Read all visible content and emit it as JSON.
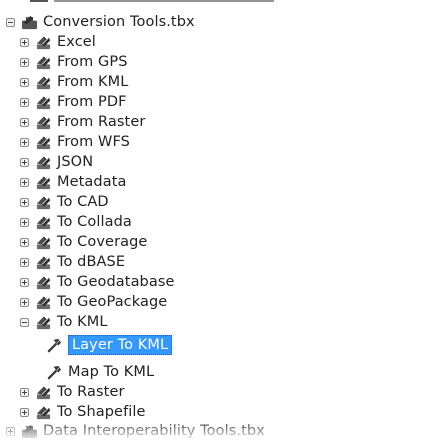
{
  "root": {
    "label": "Conversion Tools.tbx",
    "icon": "toolbox-icon"
  },
  "toolsets": [
    {
      "label": "Excel",
      "expanded": false
    },
    {
      "label": "From GPS",
      "expanded": false
    },
    {
      "label": "From KML",
      "expanded": false
    },
    {
      "label": "From PDF",
      "expanded": false
    },
    {
      "label": "From Raster",
      "expanded": false
    },
    {
      "label": "From WFS",
      "expanded": false
    },
    {
      "label": "JSON",
      "expanded": false
    },
    {
      "label": "Metadata",
      "expanded": false
    },
    {
      "label": "To CAD",
      "expanded": false
    },
    {
      "label": "To Collada",
      "expanded": false
    },
    {
      "label": "To Coverage",
      "expanded": false
    },
    {
      "label": "To dBASE",
      "expanded": false
    },
    {
      "label": "To Geodatabase",
      "expanded": false
    },
    {
      "label": "To GeoPackage",
      "expanded": false
    },
    {
      "label": "To KML",
      "expanded": true
    },
    {
      "label": "To Raster",
      "expanded": false
    },
    {
      "label": "To Shapefile",
      "expanded": false
    }
  ],
  "to_kml_tools": [
    {
      "label": "Layer To KML",
      "selected": true
    },
    {
      "label": "Map To KML",
      "selected": false
    }
  ],
  "truncated_bottom": {
    "label": "Data Interoperability Tools.tbx"
  },
  "colors": {
    "selection": "#3399ff",
    "toolset_icon": "#3a3a3a",
    "tool_icon": "#3a3a3a"
  }
}
